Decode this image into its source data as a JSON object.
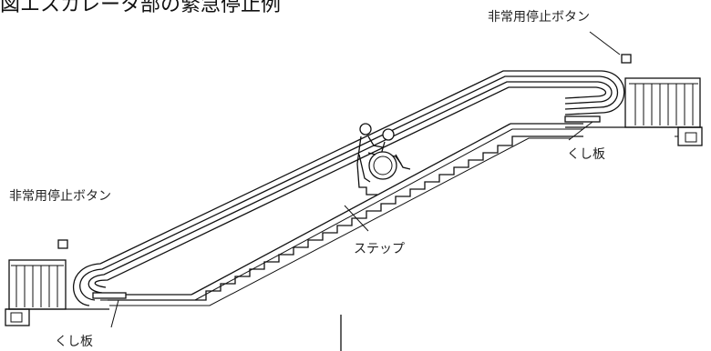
{
  "heading": "図エスカレータ部の緊急停止例",
  "labels": {
    "button_top": "非常用停止ボタン",
    "button_bottom": "非常用停止ボタン",
    "comb_top": "くし板",
    "comb_bottom": "くし板",
    "step": "ステップ"
  }
}
